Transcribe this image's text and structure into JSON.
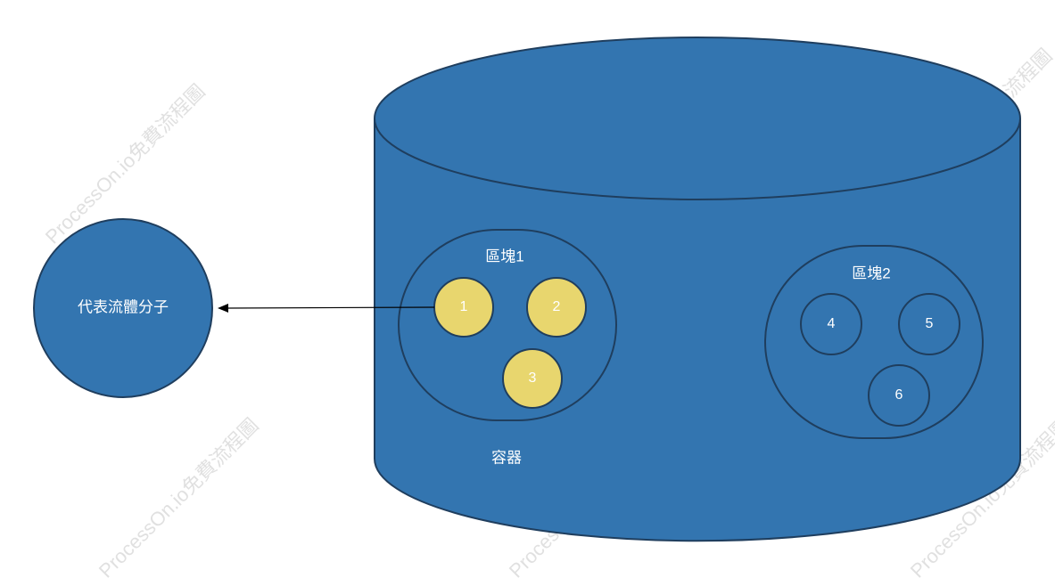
{
  "colors": {
    "cylinder_fill": "#3375b0",
    "stroke_dark": "#1f3e5e",
    "molecule_fill": "#e8d66e",
    "molecule_stroke": "#1f3e5e",
    "arrow": "#000000",
    "text": "#ffffff"
  },
  "molecule": {
    "label": "代表流體分子"
  },
  "container": {
    "label": "容器"
  },
  "blocks": [
    {
      "label": "區塊1",
      "items": [
        "1",
        "2",
        "3"
      ]
    },
    {
      "label": "區塊2",
      "items": [
        "4",
        "5",
        "6"
      ]
    }
  ],
  "watermark": {
    "text": "ProcessOn.io免費流程圖"
  }
}
